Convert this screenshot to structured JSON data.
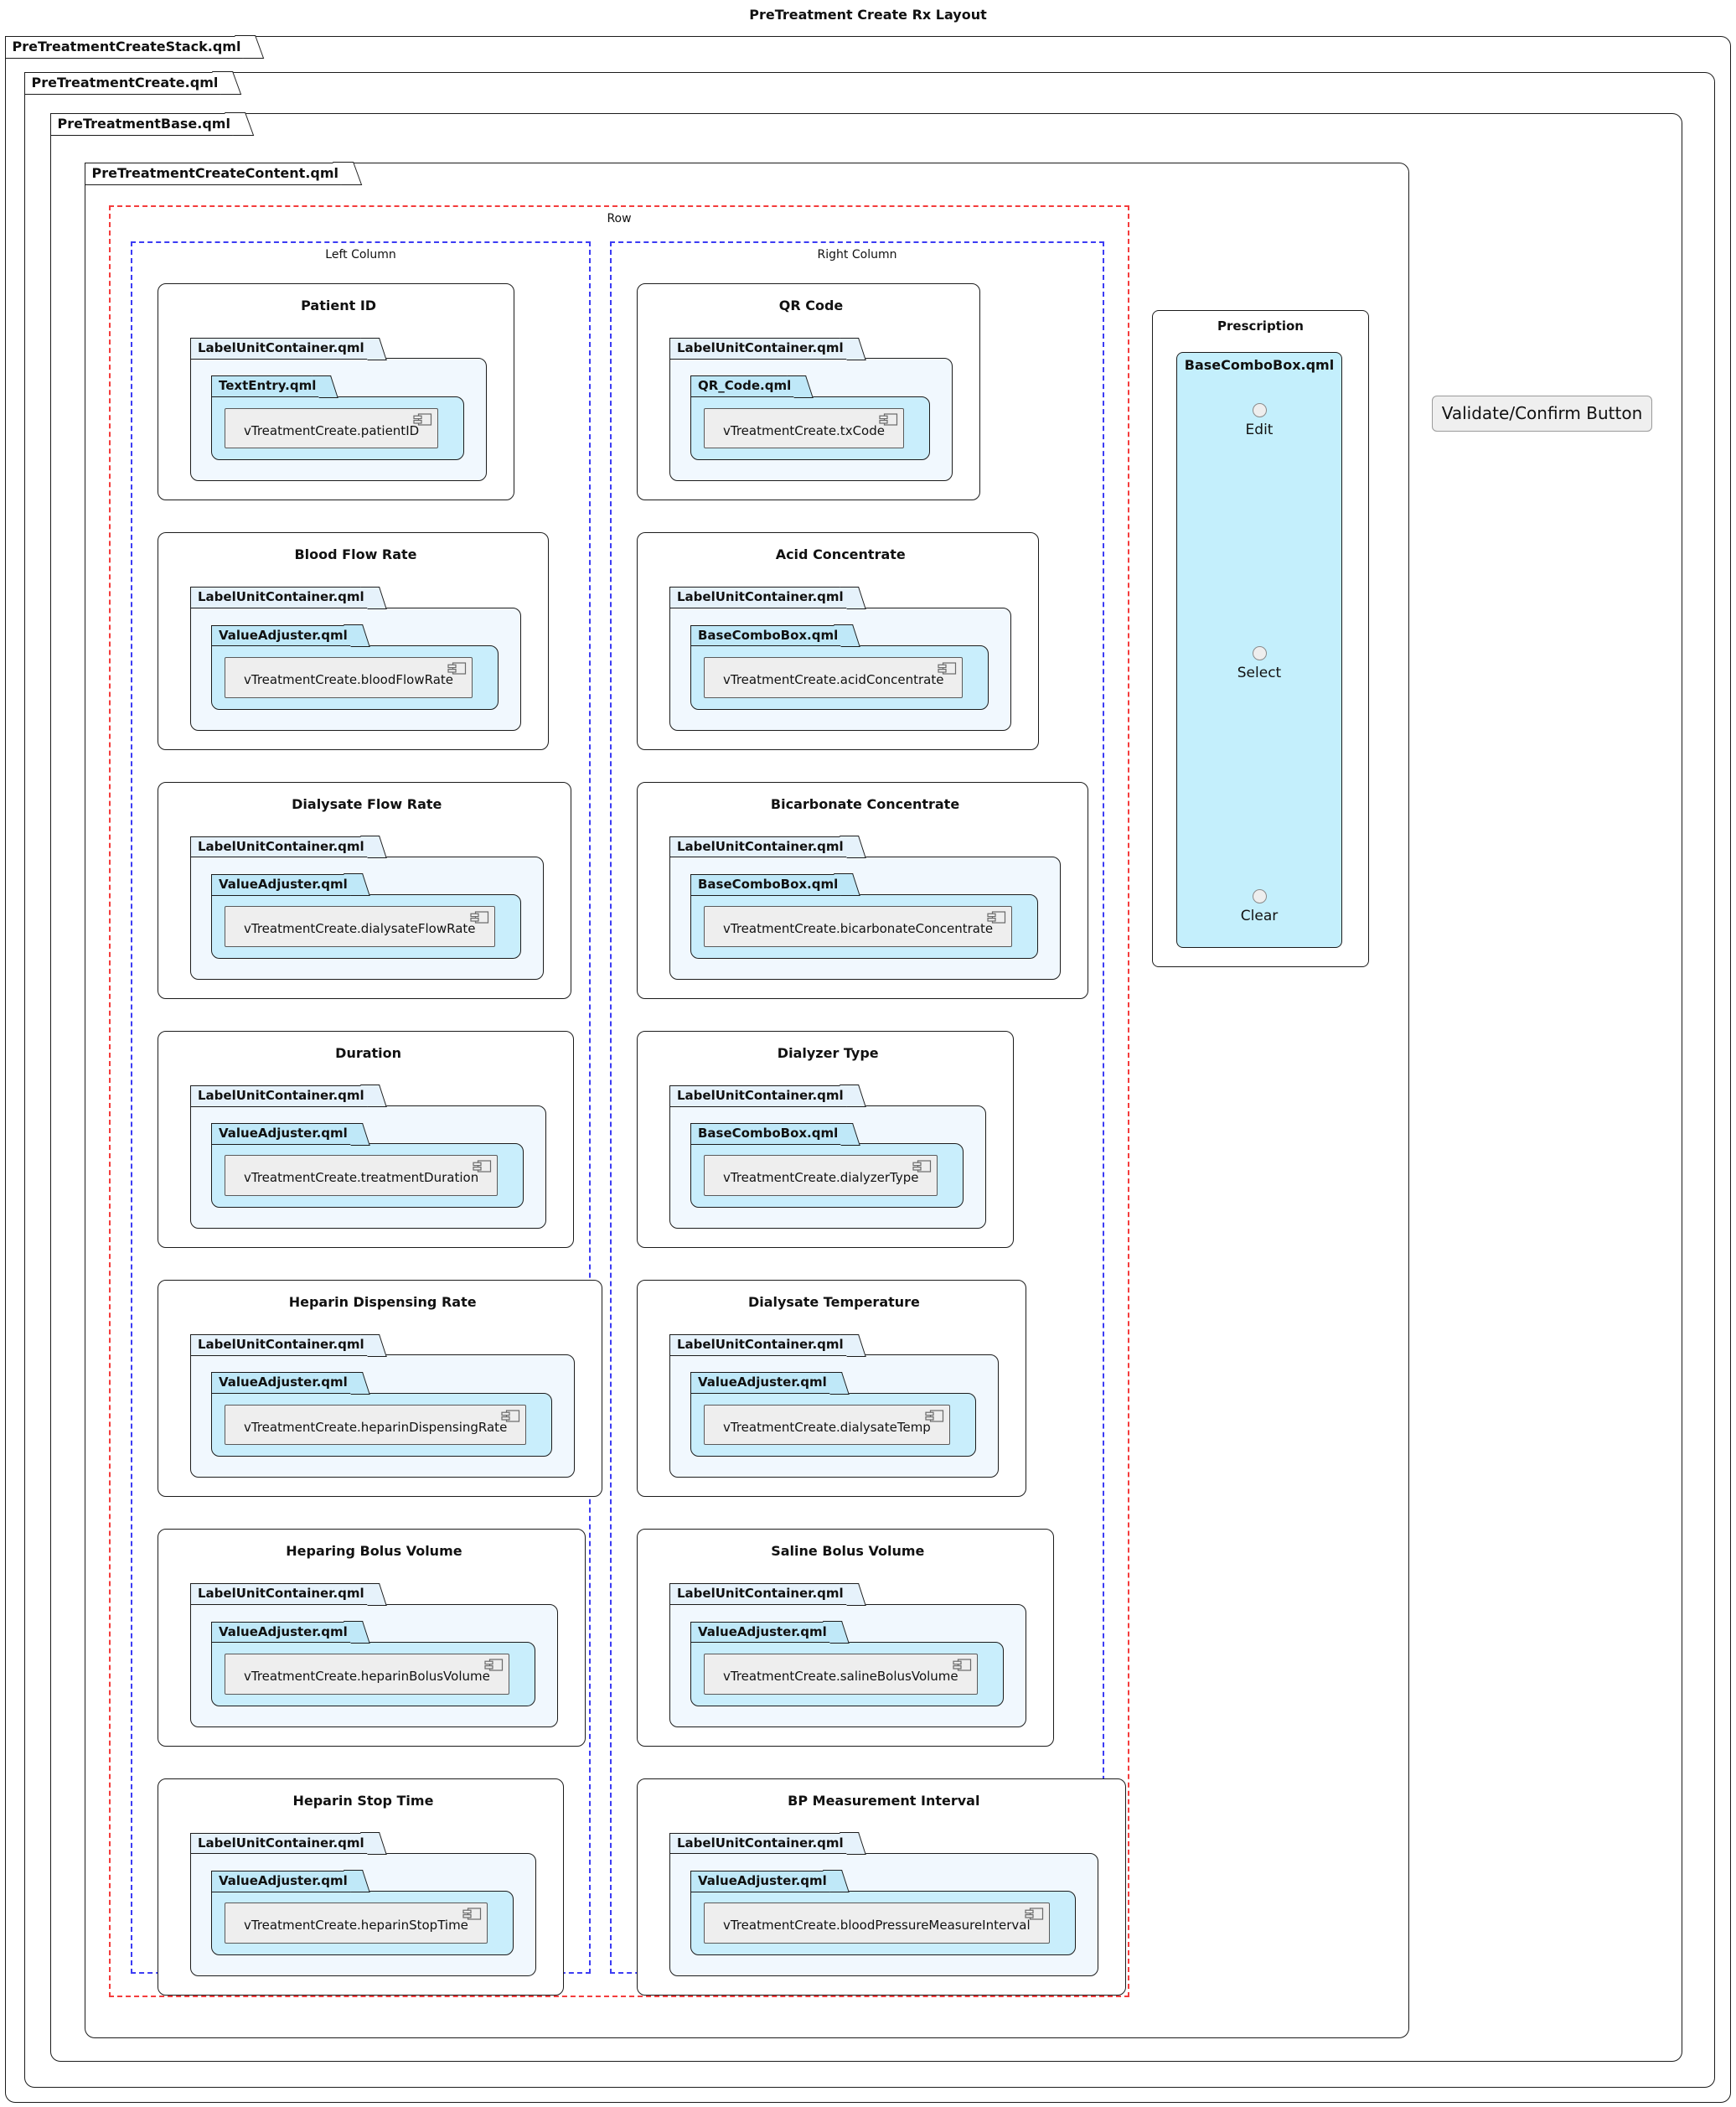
{
  "diagram_title": "PreTreatment Create Rx Layout",
  "frames": {
    "stack": "PreTreatmentCreateStack.qml",
    "create": "PreTreatmentCreate.qml",
    "base": "PreTreatmentBase.qml",
    "content": "PreTreatmentCreateContent.qml"
  },
  "groups": {
    "row": "Row",
    "left_column": "Left Column",
    "right_column": "Right Column"
  },
  "left_fields": [
    {
      "title": "Patient ID",
      "container": "LabelUnitContainer.qml",
      "widget": "TextEntry.qml",
      "component": "vTreatmentCreate.patientID"
    },
    {
      "title": "Blood Flow Rate",
      "container": "LabelUnitContainer.qml",
      "widget": "ValueAdjuster.qml",
      "component": "vTreatmentCreate.bloodFlowRate"
    },
    {
      "title": "Dialysate Flow Rate",
      "container": "LabelUnitContainer.qml",
      "widget": "ValueAdjuster.qml",
      "component": "vTreatmentCreate.dialysateFlowRate"
    },
    {
      "title": "Duration",
      "container": "LabelUnitContainer.qml",
      "widget": "ValueAdjuster.qml",
      "component": "vTreatmentCreate.treatmentDuration"
    },
    {
      "title": "Heparin Dispensing Rate",
      "container": "LabelUnitContainer.qml",
      "widget": "ValueAdjuster.qml",
      "component": "vTreatmentCreate.heparinDispensingRate"
    },
    {
      "title": "Heparing Bolus Volume",
      "container": "LabelUnitContainer.qml",
      "widget": "ValueAdjuster.qml",
      "component": "vTreatmentCreate.heparinBolusVolume"
    },
    {
      "title": "Heparin Stop Time",
      "container": "LabelUnitContainer.qml",
      "widget": "ValueAdjuster.qml",
      "component": "vTreatmentCreate.heparinStopTime"
    }
  ],
  "right_fields": [
    {
      "title": "QR Code",
      "container": "LabelUnitContainer.qml",
      "widget": "QR_Code.qml",
      "component": "vTreatmentCreate.txCode"
    },
    {
      "title": "Acid Concentrate",
      "container": "LabelUnitContainer.qml",
      "widget": "BaseComboBox.qml",
      "component": "vTreatmentCreate.acidConcentrate"
    },
    {
      "title": "Bicarbonate Concentrate",
      "container": "LabelUnitContainer.qml",
      "widget": "BaseComboBox.qml",
      "component": "vTreatmentCreate.bicarbonateConcentrate"
    },
    {
      "title": "Dialyzer Type",
      "container": "LabelUnitContainer.qml",
      "widget": "BaseComboBox.qml",
      "component": "vTreatmentCreate.dialyzerType"
    },
    {
      "title": "Dialysate Temperature",
      "container": "LabelUnitContainer.qml",
      "widget": "ValueAdjuster.qml",
      "component": "vTreatmentCreate.dialysateTemp"
    },
    {
      "title": "Saline Bolus Volume",
      "container": "LabelUnitContainer.qml",
      "widget": "ValueAdjuster.qml",
      "component": "vTreatmentCreate.salineBolusVolume"
    },
    {
      "title": "BP Measurement Interval",
      "container": "LabelUnitContainer.qml",
      "widget": "ValueAdjuster.qml",
      "component": "vTreatmentCreate.bloodPressureMeasureInterval"
    }
  ],
  "prescription": {
    "title": "Prescription",
    "combo_label": "BaseComboBox.qml",
    "options": [
      "Edit",
      "Select",
      "Clear"
    ]
  },
  "validate_button_label": "Validate/Confirm Button",
  "colors": {
    "row_dash": "#f43c3c",
    "column_dash": "#3c3cf4",
    "container_tab_fill": "#e6f2fb",
    "container_body_fill": "#f1f8fe",
    "widget_tab_fill": "#bfe8f8",
    "widget_body_fill": "#c9eefc",
    "combo_fill": "#c4effc",
    "component_fill": "#eeeeee",
    "button_fill": "#efefef"
  }
}
